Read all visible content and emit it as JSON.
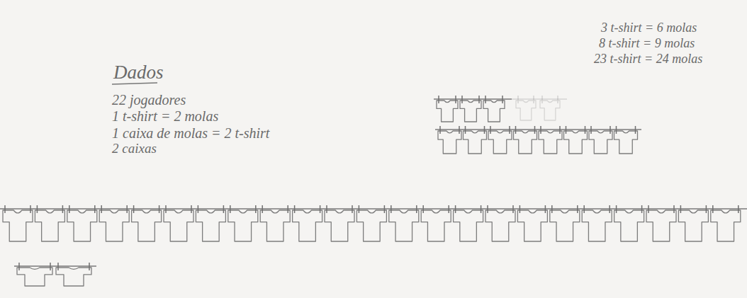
{
  "diagram": {
    "labels": [
      "Dados",
      "22 jogadores",
      "1 t-shirt = 2 molas",
      "1 caixa de molas = 2 t-shirt",
      "2 caixas",
      "3 t-shirt = 6 molas",
      "8 t-shirt = 9 molas",
      "23 t-shirt = 24 molas"
    ]
  }
}
